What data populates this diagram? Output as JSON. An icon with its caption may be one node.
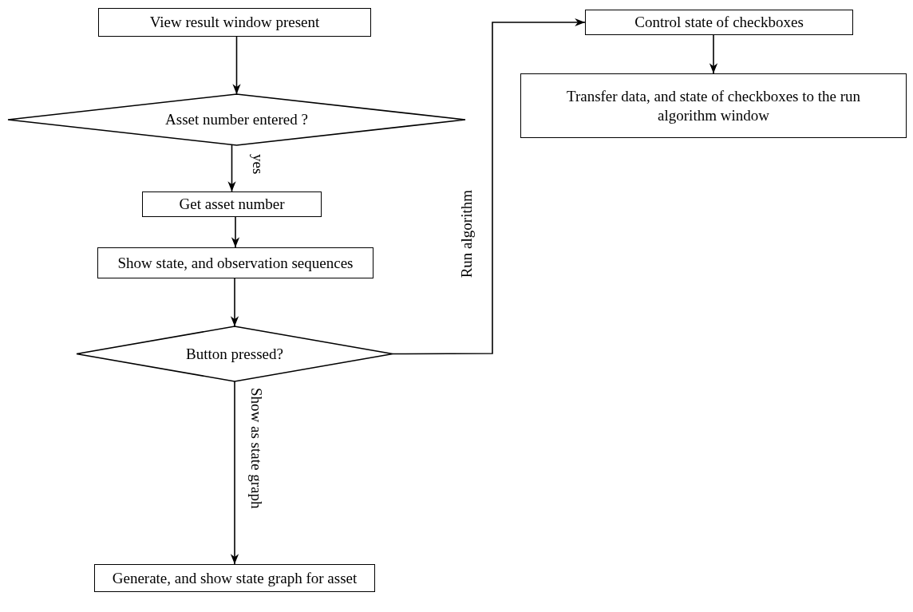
{
  "diagram": {
    "nodes": [
      {
        "text": [
          "View result window present"
        ]
      },
      {
        "text": [
          "Asset number entered ?"
        ]
      },
      {
        "text": [
          "Get asset number"
        ]
      },
      {
        "text": [
          "Show state, and observation sequences"
        ]
      },
      {
        "text": [
          "Button pressed?"
        ]
      },
      {
        "text": [
          "Control state of checkboxes"
        ]
      },
      {
        "text": [
          "Transfer data, and state of checkboxes to the run algorithm window"
        ]
      },
      {
        "text": [
          "Generate, and show state graph for asset"
        ]
      }
    ],
    "edges": [
      {
        "from": 0,
        "to": 1,
        "arrow": "to"
      },
      {
        "from": 1,
        "to": 2,
        "arrow": "to",
        "label": "yes"
      },
      {
        "from": 2,
        "to": 3,
        "arrow": "to"
      },
      {
        "from": 3,
        "to": 4,
        "arrow": "to"
      },
      {
        "from": 4,
        "to": 5,
        "arrow": "to",
        "label": "Run algorithm"
      },
      {
        "from": 5,
        "to": 6,
        "arrow": "to"
      },
      {
        "from": 4,
        "to": 7,
        "arrow": "to",
        "label": "Show as state graph"
      }
    ]
  }
}
